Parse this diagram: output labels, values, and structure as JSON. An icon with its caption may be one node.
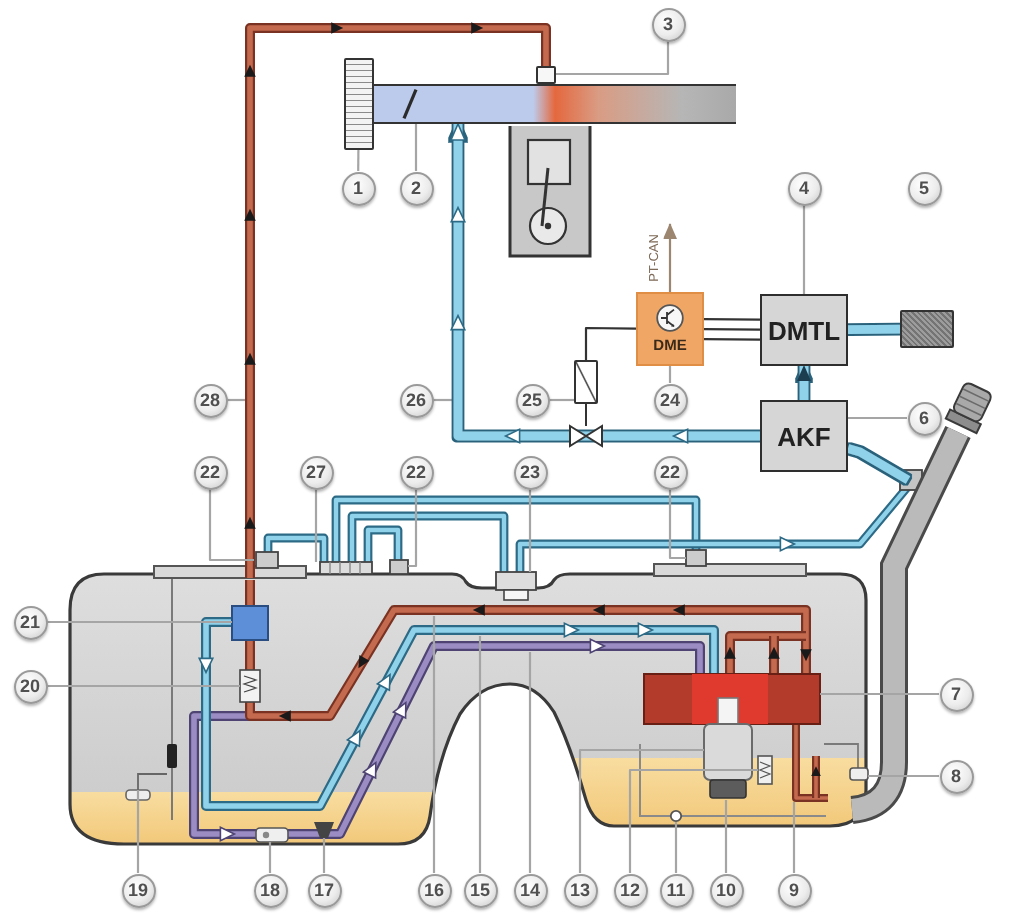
{
  "diagram": {
    "nodes": [
      {
        "text": [
          "3"
        ]
      },
      {
        "text": [],
        "shape": "box"
      },
      {
        "text": [],
        "shape": "box"
      },
      {
        "text": [],
        "shape": "bar"
      },
      {
        "text": [
          "1"
        ]
      },
      {
        "text": [
          "2"
        ]
      },
      {
        "text": [
          "4"
        ]
      },
      {
        "text": [
          "5"
        ]
      },
      {
        "text": [
          "DME"
        ]
      },
      {
        "text": [
          "DMTL"
        ]
      },
      {
        "text": [],
        "shape": "box"
      },
      {
        "text": [],
        "shape": "box"
      },
      {
        "text": [
          "28"
        ]
      },
      {
        "text": [
          "26"
        ]
      },
      {
        "text": [
          "25"
        ]
      },
      {
        "text": [
          "24"
        ]
      },
      {
        "text": [
          "6"
        ]
      },
      {
        "text": [
          "AKF"
        ]
      },
      {
        "text": [
          "22"
        ]
      },
      {
        "text": [
          "27"
        ]
      },
      {
        "text": [
          "22"
        ]
      },
      {
        "text": [
          "23"
        ]
      },
      {
        "text": [
          "22"
        ]
      },
      {
        "text": [
          "21"
        ]
      },
      {
        "text": [
          "20"
        ]
      },
      {
        "text": [
          "7"
        ]
      },
      {
        "text": [
          "8"
        ]
      },
      {
        "text": [
          "19"
        ]
      },
      {
        "text": [
          "18"
        ]
      },
      {
        "text": [
          "17"
        ]
      },
      {
        "text": [
          "16"
        ]
      },
      {
        "text": [
          "15"
        ]
      },
      {
        "text": [
          "14"
        ]
      },
      {
        "text": [
          "13"
        ]
      },
      {
        "text": [
          "12"
        ]
      },
      {
        "text": [
          "11"
        ]
      },
      {
        "text": [
          "10"
        ]
      },
      {
        "text": [
          "9"
        ]
      }
    ],
    "edges": [
      {
        "from": 0,
        "to": 1,
        "arrow": "none"
      },
      {
        "from": 4,
        "to": 2,
        "arrow": "none"
      },
      {
        "from": 5,
        "to": 3,
        "arrow": "none"
      },
      {
        "from": 6,
        "to": 9,
        "arrow": "none"
      },
      {
        "from": 8,
        "to": 9,
        "arrow": "none",
        "color": "#333333"
      },
      {
        "from": 17,
        "to": 9,
        "arrow": "to",
        "style": "thick",
        "color": "#8fd2ea"
      },
      {
        "from": 9,
        "to": 10,
        "arrow": "none",
        "style": "thick",
        "color": "#8fd2ea"
      },
      {
        "from": 8,
        "to": 11,
        "arrow": "none",
        "color": "#333333"
      },
      {
        "from": 8,
        "to": null,
        "arrow": "to",
        "label": "PT-CAN",
        "color": "#9c8670"
      },
      {
        "from": 12,
        "to": null,
        "arrow": "none"
      },
      {
        "from": 13,
        "to": null,
        "arrow": "none"
      },
      {
        "from": 14,
        "to": 11,
        "arrow": "none"
      },
      {
        "from": 15,
        "to": 8,
        "arrow": "none"
      },
      {
        "from": 16,
        "to": 17,
        "arrow": "none"
      },
      {
        "from": 17,
        "to": 3,
        "arrow": "to",
        "style": "thick",
        "color": "#8fd2ea"
      },
      {
        "from": 17,
        "to": null,
        "arrow": "none",
        "style": "thick",
        "color": "#8fd2ea"
      },
      {
        "from": 18,
        "to": null,
        "arrow": "none"
      },
      {
        "from": 19,
        "to": null,
        "arrow": "none"
      },
      {
        "from": 20,
        "to": null,
        "arrow": "none"
      },
      {
        "from": 21,
        "to": null,
        "arrow": "none"
      },
      {
        "from": 22,
        "to": null,
        "arrow": "none"
      },
      {
        "from": 23,
        "to": null,
        "arrow": "none"
      },
      {
        "from": 24,
        "to": null,
        "arrow": "none"
      },
      {
        "from": 25,
        "to": null,
        "arrow": "none"
      },
      {
        "from": 26,
        "to": null,
        "arrow": "none"
      },
      {
        "from": 27,
        "to": null,
        "arrow": "none"
      },
      {
        "from": 28,
        "to": null,
        "arrow": "none"
      },
      {
        "from": 29,
        "to": null,
        "arrow": "none"
      },
      {
        "from": 30,
        "to": null,
        "arrow": "none"
      },
      {
        "from": 31,
        "to": null,
        "arrow": "none"
      },
      {
        "from": 32,
        "to": null,
        "arrow": "none"
      },
      {
        "from": 33,
        "to": null,
        "arrow": "none"
      },
      {
        "from": 34,
        "to": null,
        "arrow": "none"
      },
      {
        "from": 35,
        "to": null,
        "arrow": "none"
      },
      {
        "from": 36,
        "to": null,
        "arrow": "none"
      },
      {
        "from": 37,
        "to": null,
        "arrow": "none"
      }
    ]
  }
}
